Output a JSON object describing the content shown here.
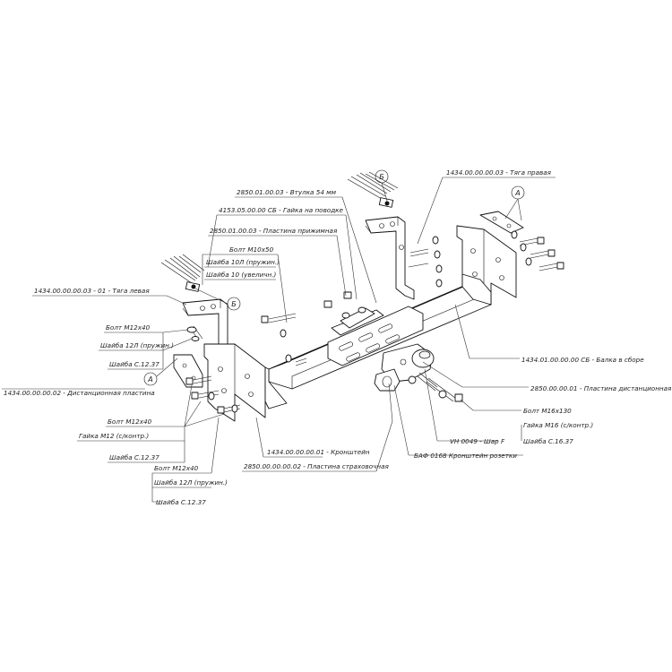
{
  "labels": {
    "tyaga_pravaya": "1434.00.00.00.03 - Тяга правая",
    "vtulka": "2850.01.00.03 - Втулка 54 мм",
    "gaika_povodke": "4153.05.00.00 СБ - Гайка на поводке",
    "plastina_prizhimnaya": "2850.01.00.03 - Пластина прижимная",
    "bolt_m10": "Болт М10х50",
    "shaiba_10l": "Шайба 10Л (пружин.)",
    "shaiba_10": "Шайба 10 (увеличн.)",
    "tyaga_levaya": "1434.00.00.00.03 - 01 - Тяга левая",
    "bolt_m12_1": "Болт М12х40",
    "shaiba_12l_1": "Шайба 12Л (пружин.)",
    "shaiba_c12_1": "Шайба С.12.37",
    "dist_plastina_left": "1434.00.00.00.02 - Дистанционная пластина",
    "bolt_m12_2": "Болт М12х40",
    "gaika_m12": "Гайка М12 (с/контр.)",
    "shaiba_c12_2": "Шайба С.12.37",
    "bolt_m12_3": "Болт М12х40",
    "shaiba_12l_3": "Шайба 12Л (пружин.)",
    "shaiba_c12_3": "Шайба С.12.37",
    "kronshtein": "1434.00.00.00.01 - Кронштейн",
    "plastina_strah": "2850.00.00.00.02 - Пластина страховочная",
    "balka": "1434.01.00.00.00 СБ - Балка в сборе",
    "plastina_dist": "2850.00.00.01 - Пластина дистанционная",
    "bolt_m16": "Болт М16х130",
    "gaika_m16": "Гайка М16 (с/контр.)",
    "shaiba_c16": "Шайба С.16.37",
    "shar": "VH 0049 - Шар F",
    "kronshtein_rozetki": "БАФ 0168 Кронштейн розетки"
  },
  "callouts": {
    "b_top": "Б",
    "a_right": "А",
    "b_left": "Б",
    "a_left": "А"
  }
}
